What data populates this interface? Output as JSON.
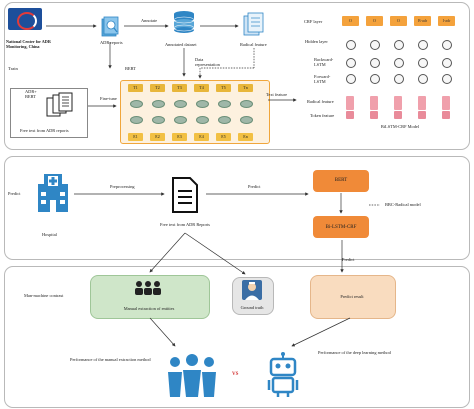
{
  "panel1": {
    "org_name": "National Center for ADR Monitoring, China",
    "train_label": "Train",
    "adr_reports": "ADR reports",
    "annotate": "Annotate",
    "annotated_dataset": "Annotated dataset",
    "radical_feature": "Radical feature",
    "bert_label": "BERT",
    "data_representation": "Data representation",
    "adr_bert": "ADR+ BERT",
    "fine_tune": "Fine-tune",
    "free_text_reports": "Free text from ADR reports",
    "text_feature": "Text feature",
    "input_tokens": [
      "E1",
      "E2",
      "E3",
      "E4",
      "E5",
      "En"
    ],
    "output_tokens": [
      "T1",
      "T2",
      "T3",
      "T4",
      "T5",
      "Tn"
    ],
    "crf_layer": "CRF layer",
    "hidden_layer": "Hidden layer",
    "backward_lstm": "Backward- LSTM",
    "forward_lstm": "Forward- LSTM",
    "radical_feature_row": "Radical feature",
    "token_feature": "Token feature",
    "crf_tags": [
      "O",
      "O",
      "O",
      "B-adr",
      "I-adr"
    ],
    "model_caption": "BiLSTM-CRF Model"
  },
  "panel2": {
    "predict_left": "Predict",
    "preprocessing": "Preprocessing",
    "predict_mid": "Predict",
    "hospital": "Hospital",
    "free_text_reports": "Free text from ADR Reports",
    "bert": "BERT",
    "bilstm_crf": "Bi-LSTM-CRF",
    "model_name": "BBC-Radical model",
    "predict_down": "Predict"
  },
  "panel3": {
    "side_label": "Man-machine contrast",
    "manual_extraction": "Manual extraction of entities",
    "ground_truth": "Ground truth",
    "predict_result": "Predict result",
    "perf_manual": "Performance of the manual extraction method",
    "vs": "VS",
    "perf_deep": "Performance of the deep learning method"
  },
  "colors": {
    "accent_blue": "#2f86c5",
    "crf_orange": "#f4a23c",
    "token_pink": "#f0a0ac",
    "bert_yellow": "#f2c043",
    "model_orange": "#f08a38",
    "manual_green": "#cfe6c9",
    "predict_peach": "#f9dcbf",
    "ground_gray": "#dcdcdc"
  }
}
